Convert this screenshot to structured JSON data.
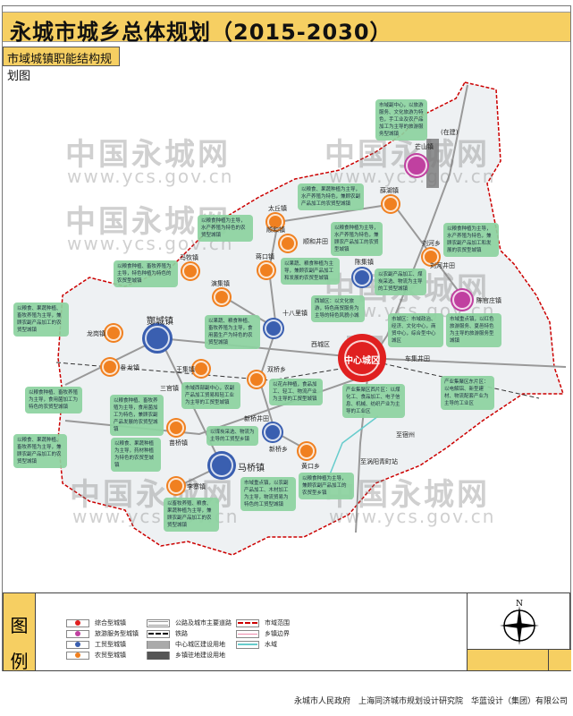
{
  "title": "永城市城乡总体规划（2015-2030）",
  "subtitle": "市域城镇职能结构规划图",
  "watermark": {
    "cn": "中国永城网",
    "url": "www.ycs.gov.cn"
  },
  "colors": {
    "comprehensive": "#e02020",
    "tourism": "#c040a0",
    "industry": "#3a5fb0",
    "agriculture": "#f08020",
    "header": "#f6cf62",
    "boundary": "#cc0000"
  },
  "towns": [
    {
      "name": "芒山镇",
      "type": "tourism"
    },
    {
      "name": "陈官庄镇",
      "type": "tourism"
    },
    {
      "name": "中心城区",
      "type": "comprehensive"
    },
    {
      "name": "酂城镇",
      "type": "industry"
    },
    {
      "name": "十八里镇",
      "type": "industry"
    },
    {
      "name": "陈集镇",
      "type": "industry"
    },
    {
      "name": "新桥乡",
      "type": "industry"
    },
    {
      "name": "马桥镇",
      "type": "industry"
    },
    {
      "name": "薛湖镇",
      "type": "agriculture"
    },
    {
      "name": "太丘镇",
      "type": "agriculture"
    },
    {
      "name": "顺和镇",
      "type": "agriculture"
    },
    {
      "name": "蒋口镇",
      "type": "agriculture"
    },
    {
      "name": "刘河乡",
      "type": "agriculture"
    },
    {
      "name": "马牧镇",
      "type": "agriculture"
    },
    {
      "name": "演集镇",
      "type": "agriculture"
    },
    {
      "name": "龙岗镇",
      "type": "agriculture"
    },
    {
      "name": "卧龙镇",
      "type": "agriculture"
    },
    {
      "name": "王集镇",
      "type": "agriculture"
    },
    {
      "name": "双桥乡",
      "type": "agriculture"
    },
    {
      "name": "苗桥镇",
      "type": "agriculture"
    },
    {
      "name": "黄口乡",
      "type": "agriculture"
    },
    {
      "name": "李寨镇",
      "type": "agriculture"
    }
  ],
  "places": [
    "(在建)",
    "西城区",
    "车集井田",
    "至宿州",
    "至涡阳青町站",
    "新桥井田",
    "顺和井田",
    "刘河井田",
    "三官镇"
  ],
  "notes": [
    "市域副中心，以旅游服务、文化旅游为特色，手工业及农产品加工为主导的旅游服务型城镇",
    "以粮食、果蔬种植为主导，水产养殖为特色，兼顾农副产品加工的农贸型城镇",
    "以粮食种植为主导，水产养殖为特色的农贸型城镇",
    "以粮食种植为主导，水产养殖为特色，兼顾农产品加工的农贸型城镇",
    "以粮食种植为主导，水产养殖为特色，兼顾农副产品加工和发展的农贸型城镇",
    "以粮食种植、畜牧养殖为主导，特色种植为特色的农贸型城镇",
    "以果蔬、粮食种植为主导，兼顾农副产品加工和发展的农贸型城镇",
    "以农副产品加工、煤炭采选、物流为主导的工贸型城镇",
    "以果蔬、粮食种植、畜牧养殖为主导，食用菌生产为特色的农贸型城镇",
    "以粮食、果蔬种植、畜牧养殖为主导，兼顾农副产品加工的农贸型城镇",
    "市域西部副中心，农副产品加工贸易和轻工业为主导的工贸型城镇",
    "以花卉种植，食品加工、轻工、物流产业为主导的工贸型城镇",
    "西城区：以文化旅游，特色商贸服务为主导的特色风貌小城",
    "市城区：市域政治、经济、文化中心，商贸中心，综合型中心城区",
    "市域重点镇，以红色旅游服务、夏邑特色为主导的旅游服务型城镇",
    "产业集聚区东片区：以电解铝、新型建材、物流配套产业为主导的工业区",
    "产业集聚区西片区：以煤化工、食品加工、电子信息、机械、纺织产业为主导的工业区",
    "以粮食种植、畜牧养殖为主导，食用菌加工为特色的农贸型城镇",
    "以粮食种植、畜牧养殖为主导，食用菌加工为特色，兼顾农副产品发展的农贸型城镇",
    "以粮食、果蔬种植为主导，药材种植为特色的农贸型城镇",
    "以煤炭采选、物流为主导的工贸型乡镇",
    "以粮食种植为主导，兼顾农副产品加工的农贸型乡镇",
    "市域重点镇，以农副产品加工、木材加工为主导，物流贸易为特色的工贸型城镇",
    "以畜牧养殖、粮食、果蔬种植为主导，兼顾农副产品加工的农贸型城镇",
    "以粮食、果蔬种植、畜牧养殖为主导，兼顾农副产品加工的农贸型城镇"
  ],
  "legend": {
    "title": "图例",
    "items": [
      {
        "label": "综合型城镇",
        "color": "#e02020"
      },
      {
        "label": "旅游服务型城镇",
        "color": "#c040a0"
      },
      {
        "label": "工贸型城镇",
        "color": "#3a5fb0"
      },
      {
        "label": "农贸型城镇",
        "color": "#f08020"
      },
      {
        "label": "公路及城市主要道路"
      },
      {
        "label": "铁路"
      },
      {
        "label": "中心城区建设用地"
      },
      {
        "label": "乡镇驻地建设用地"
      },
      {
        "label": "市域范围"
      },
      {
        "label": "乡镇边界"
      },
      {
        "label": "水域"
      }
    ],
    "compass": "N"
  },
  "footer": "永城市人民政府　上海同济城市规划设计研究院　华蓝设计（集团）有限公司"
}
